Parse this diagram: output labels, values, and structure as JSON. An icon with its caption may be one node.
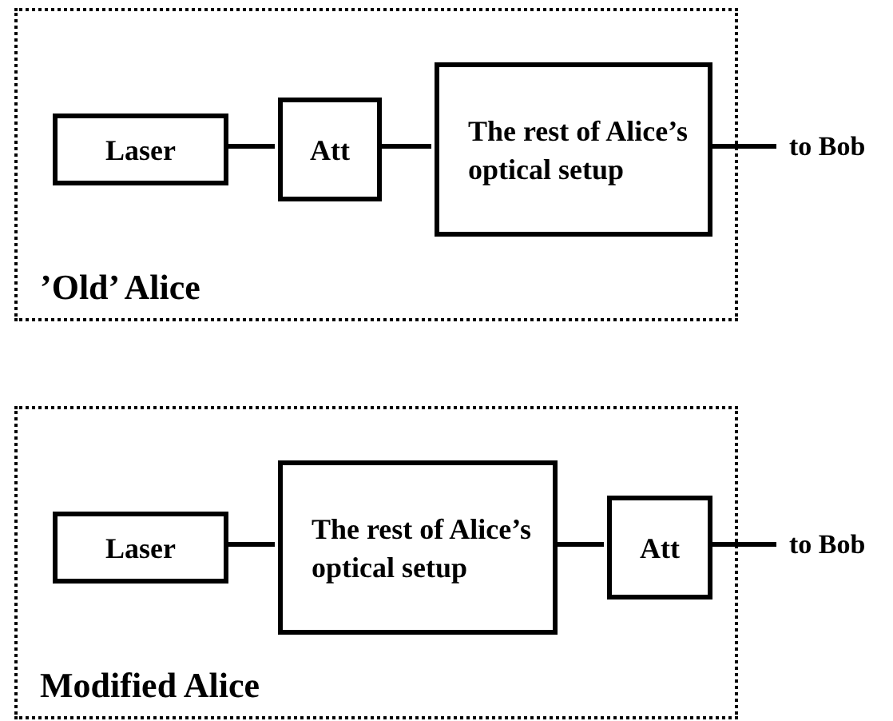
{
  "diagram": {
    "nodes": [
      {
        "text": [
          "’Old’ Alice"
        ]
      },
      {
        "text": [
          "Laser"
        ],
        "in": 0
      },
      {
        "text": [
          "Att"
        ],
        "in": 0
      },
      {
        "text": [
          "The rest of Alice’s optical setup"
        ],
        "in": 0
      },
      {
        "text": [
          "to Bob"
        ]
      },
      {
        "text": [
          "Modified Alice"
        ]
      },
      {
        "text": [
          "Laser"
        ],
        "in": 5
      },
      {
        "text": [
          "The rest of Alice’s optical setup"
        ],
        "in": 5
      },
      {
        "text": [
          "Att"
        ],
        "in": 5
      },
      {
        "text": [
          "to Bob"
        ]
      }
    ],
    "edges": [
      {
        "from": 1,
        "to": 2,
        "arrow": "none"
      },
      {
        "from": 2,
        "to": 3,
        "arrow": "none"
      },
      {
        "from": 3,
        "to": 4,
        "arrow": "none"
      },
      {
        "from": 6,
        "to": 7,
        "arrow": "none"
      },
      {
        "from": 7,
        "to": 8,
        "arrow": "none"
      },
      {
        "from": 8,
        "to": 9,
        "arrow": "none"
      }
    ]
  }
}
